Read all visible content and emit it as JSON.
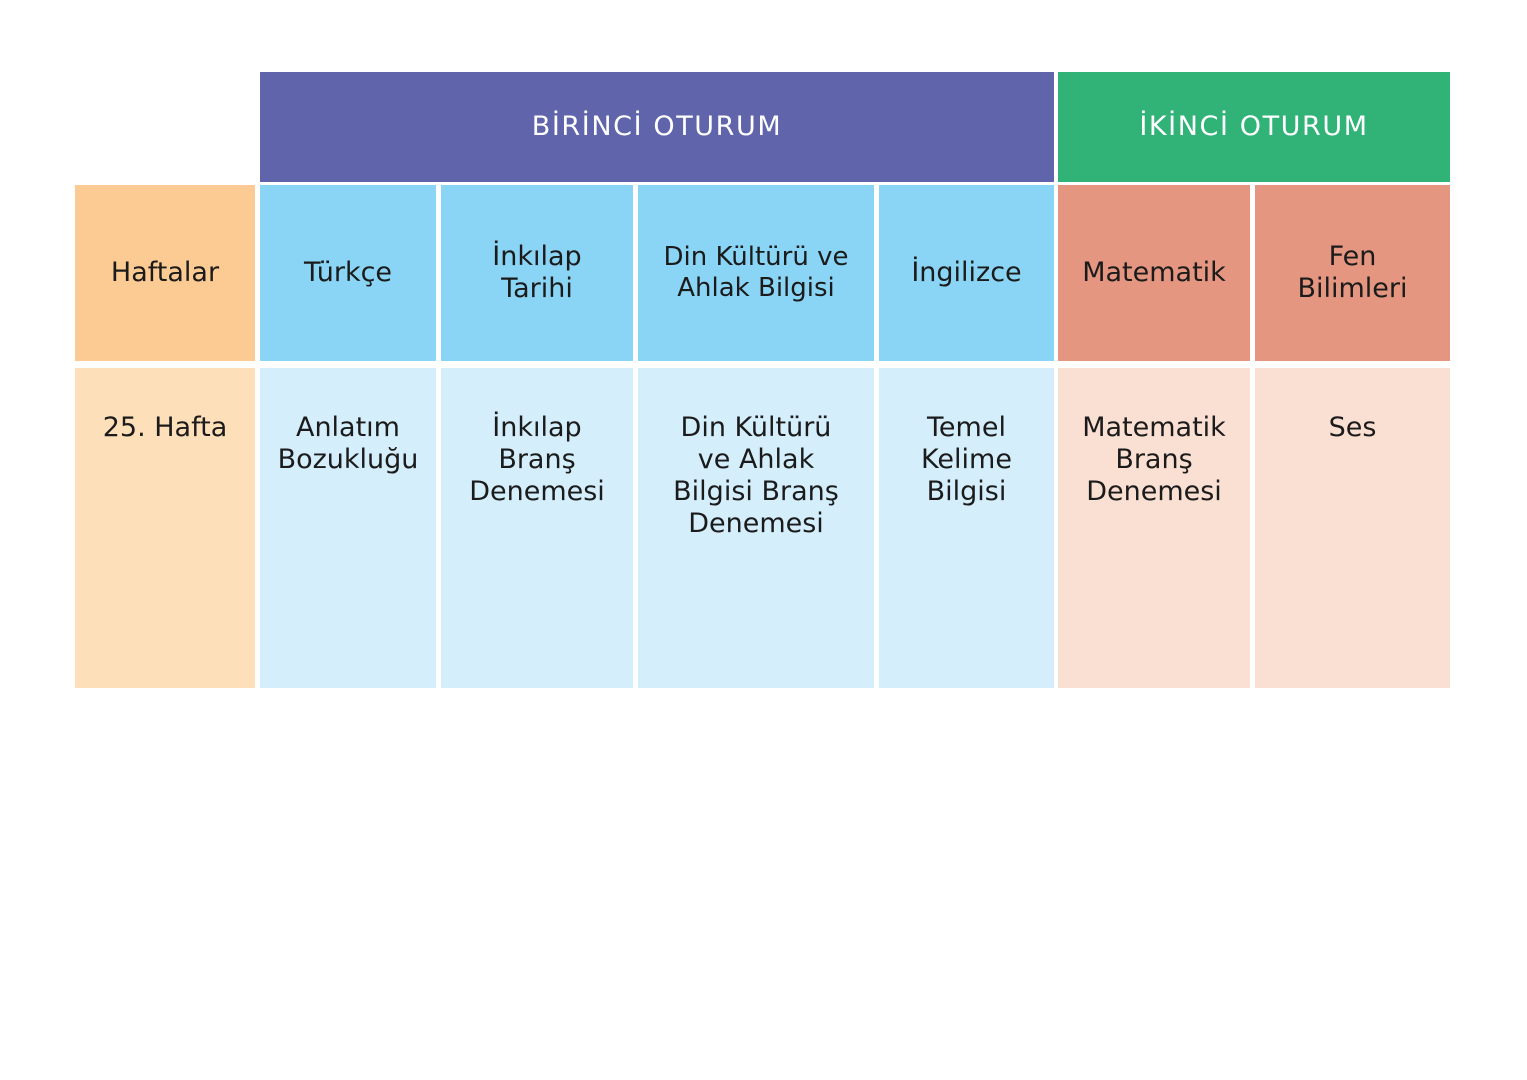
{
  "table": {
    "sessions": [
      {
        "id": "birinci",
        "label": "BİRİNCİ OTURUM",
        "color": "#5f64ab",
        "text_color": "#ffffff",
        "span": 4
      },
      {
        "id": "ikinci",
        "label": "İKİNCİ OTURUM",
        "color": "#31b378",
        "text_color": "#ffffff",
        "span": 2
      }
    ],
    "columns": [
      {
        "id": "haftalar",
        "label": "Haftalar",
        "header_color": "#fcca93",
        "body_color": "#fddfb9"
      },
      {
        "id": "turkce",
        "label": "Türkçe",
        "header_color": "#8ad5f5",
        "body_color": "#d4eefb"
      },
      {
        "id": "inkilap",
        "label": "İnkılap\nTarihi",
        "header_color": "#8ad5f5",
        "body_color": "#d4eefb"
      },
      {
        "id": "din",
        "label": "Din Kültürü ve\nAhlak Bilgisi",
        "header_color": "#8ad5f5",
        "body_color": "#d4eefb"
      },
      {
        "id": "ingilizce",
        "label": "İngilizce",
        "header_color": "#8ad5f5",
        "body_color": "#d4eefb"
      },
      {
        "id": "matematik",
        "label": "Matematik",
        "header_color": "#e49680",
        "body_color": "#fadfd3"
      },
      {
        "id": "fen",
        "label": "Fen\nBilimleri",
        "header_color": "#e49680",
        "body_color": "#fadfd3"
      }
    ],
    "rows": [
      {
        "week": "25. Hafta",
        "turkce": "Anlatım\nBozukluğu",
        "inkilap": "İnkılap\nBranş\nDenemesi",
        "din": "Din Kültürü\nve Ahlak\nBilgisi Branş\nDenemesi",
        "ingilizce": "Temel\nKelime\nBilgisi",
        "matematik": "Matematik\nBranş\nDenemesi",
        "fen": "Ses"
      }
    ]
  }
}
